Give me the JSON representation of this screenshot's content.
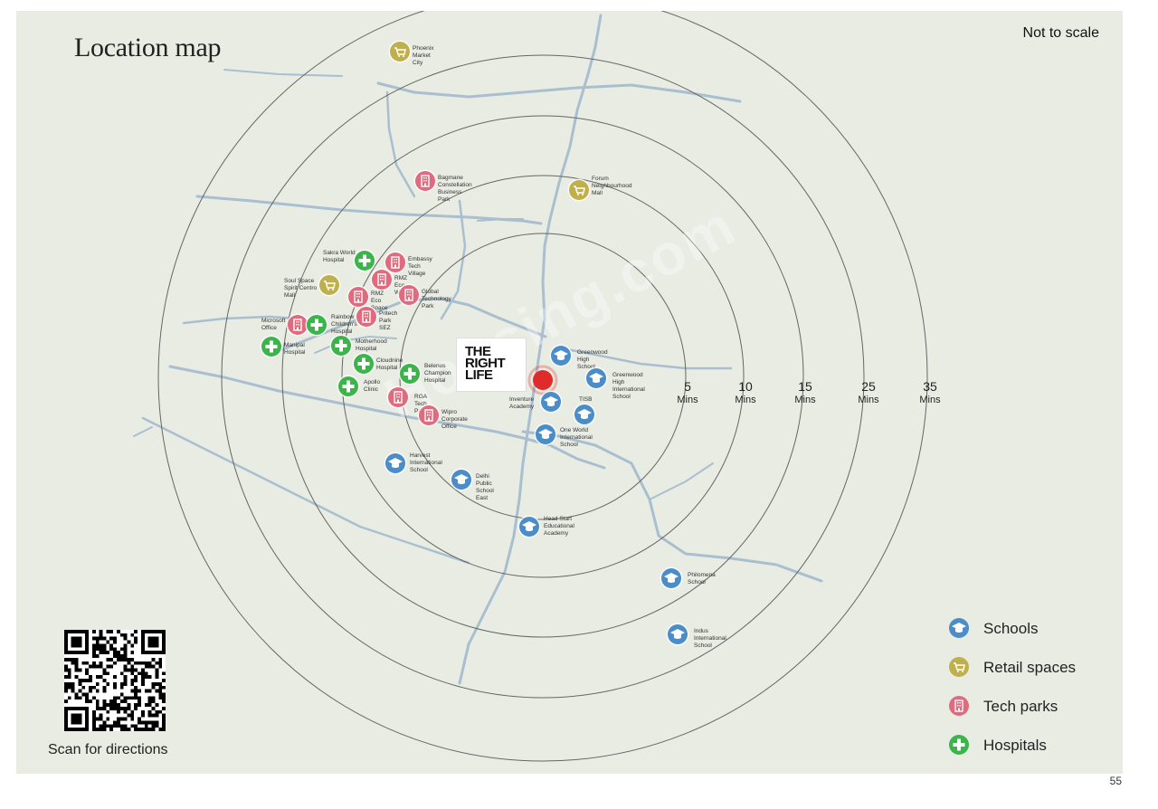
{
  "title": "Location map",
  "scale_note": "Not to scale",
  "project_logo": [
    "THE",
    "RIGHT",
    "LIFE"
  ],
  "watermark": "Housing.com",
  "rings": [
    {
      "num": "5",
      "unit": "Mins"
    },
    {
      "num": "10",
      "unit": "Mins"
    },
    {
      "num": "15",
      "unit": "Mins"
    },
    {
      "num": "25",
      "unit": "Mins"
    },
    {
      "num": "35",
      "unit": "Mins"
    }
  ],
  "colors": {
    "school": "#4a8dc9",
    "retail": "#bfb04c",
    "tech": "#e06a7e",
    "hospital": "#3cb44b",
    "ring": "#777777",
    "road": "#a9bfcf",
    "project_pin": "#e02b2b"
  },
  "legend": [
    {
      "type": "school",
      "icon": "graduation-cap-icon",
      "label": "Schools"
    },
    {
      "type": "retail",
      "icon": "shopping-cart-icon",
      "label": "Retail spaces"
    },
    {
      "type": "tech",
      "icon": "building-icon",
      "label": "Tech parks"
    },
    {
      "type": "hospital",
      "icon": "plus-cross-icon",
      "label": "Hospitals"
    }
  ],
  "pois": [
    {
      "type": "retail",
      "label": "Phoenix\nMarket City"
    },
    {
      "type": "tech",
      "label": "Bagmane Constellation\nBusiness Park"
    },
    {
      "type": "retail",
      "label": "Forum\nNeighbourhood Mall"
    },
    {
      "type": "hospital",
      "label": "Sakra World\nHospital"
    },
    {
      "type": "tech",
      "label": "Embassy Tech\nVillage"
    },
    {
      "type": "retail",
      "label": "Soul Space\nSpirit Centro\nMall"
    },
    {
      "type": "tech",
      "label": "RMZ Eco World"
    },
    {
      "type": "tech",
      "label": "RMZ\nEco Space"
    },
    {
      "type": "tech",
      "label": "Global\nTechnology\nPark"
    },
    {
      "type": "tech",
      "label": "Pritech\nPark SEZ"
    },
    {
      "type": "tech",
      "label": "Microsoft\nOffice"
    },
    {
      "type": "hospital",
      "label": "Rainbow\nChildren's\nHospital"
    },
    {
      "type": "hospital",
      "label": "Manipal\nHospital"
    },
    {
      "type": "hospital",
      "label": "Motherhood\nHospital"
    },
    {
      "type": "hospital",
      "label": "Cloudnine\nHospital"
    },
    {
      "type": "hospital",
      "label": "Belenus\nChampion\nHospital"
    },
    {
      "type": "hospital",
      "label": "Apollo\nClinic"
    },
    {
      "type": "tech",
      "label": "RGA Tech Park"
    },
    {
      "type": "tech",
      "label": "Wipro\nCorporate Office"
    },
    {
      "type": "school",
      "label": "Greenwood High\nSchool"
    },
    {
      "type": "school",
      "label": "Greenwood High\nInternational School"
    },
    {
      "type": "school",
      "label": "Inventure\nAcademy"
    },
    {
      "type": "school",
      "label": "TISB"
    },
    {
      "type": "school",
      "label": "One World\nInternational School"
    },
    {
      "type": "school",
      "label": "Harvest\nInternational\nSchool"
    },
    {
      "type": "school",
      "label": "Delhi Public\nSchool East"
    },
    {
      "type": "school",
      "label": "Head Start\nEducational\nAcademy"
    },
    {
      "type": "school",
      "label": "Philomena\nSchool"
    },
    {
      "type": "school",
      "label": "Indus\nInternational School"
    }
  ],
  "qr_caption": "Scan for directions",
  "page_number": "55"
}
